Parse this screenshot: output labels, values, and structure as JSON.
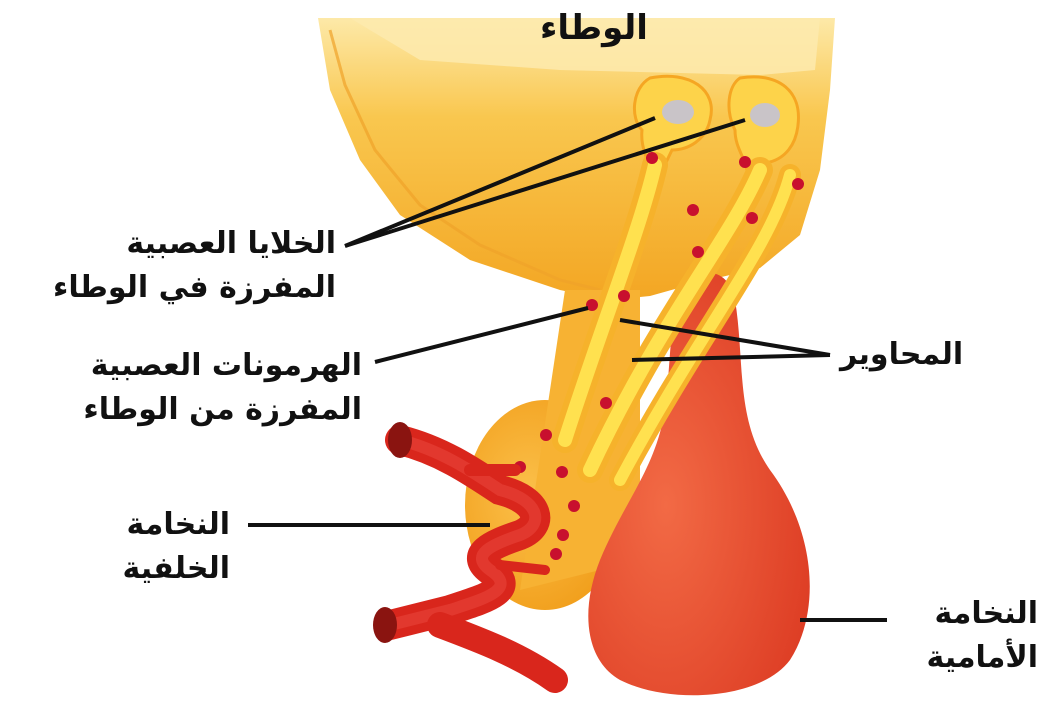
{
  "colors": {
    "hypothalamus_fill": "#f7b73a",
    "hypothalamus_light": "#fde7a6",
    "posterior_fill": "#f4a81c",
    "anterior_fill": "#e8502f",
    "vessel": "#d9261c",
    "hormone_dot": "#c8102e",
    "axon": "#ffe25a",
    "leader_line": "#111111"
  },
  "labels": {
    "hypothalamus": "الوطاء",
    "neurosecretory_cells": {
      "line1": "الخلايا العصبية",
      "line2": "المفرزة في الوطاء"
    },
    "hormones": {
      "line1": "الهرمونات العصبية",
      "line2": "المفرزة من الوطاء"
    },
    "axons": "المحاوير",
    "posterior_pituitary": {
      "line1": "النخامة",
      "line2": "الخلفية"
    },
    "anterior_pituitary": {
      "line1": "النخامة",
      "line2": "الأمامية"
    }
  }
}
